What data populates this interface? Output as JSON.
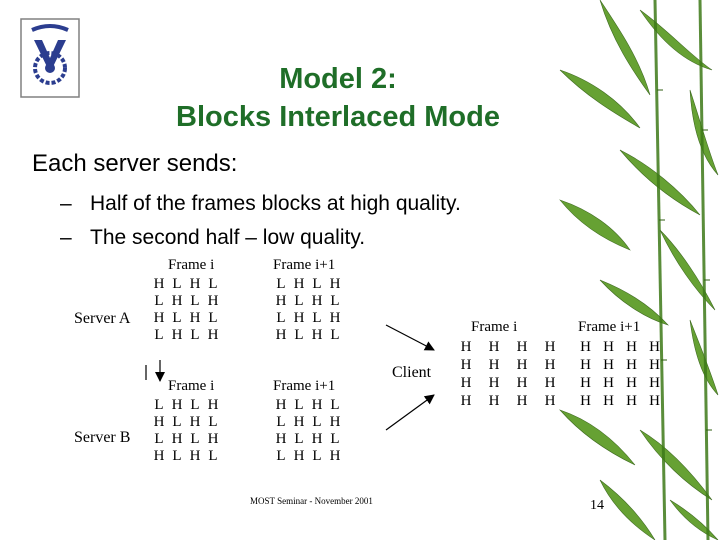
{
  "slide": {
    "title_line1": "Model 2:",
    "title_line2": "Blocks Interlaced Mode",
    "bullet": "Each server sends:",
    "sub_bullets": [
      "Half of the frames blocks at high quality.",
      "The second half – low quality."
    ],
    "dash": "–",
    "footer": "MOST Seminar - November 2001",
    "page_number": "14",
    "colors": {
      "title": "#1f6e28",
      "bamboo": "#4f8a1e"
    }
  },
  "diagram": {
    "server_a": {
      "label": "Server A",
      "frame_i_label": "Frame i",
      "frame_i1_label": "Frame i+1",
      "frame_i": [
        [
          "H",
          "L",
          "H",
          "L"
        ],
        [
          "L",
          "H",
          "L",
          "H"
        ],
        [
          "H",
          "L",
          "H",
          "L"
        ],
        [
          "L",
          "H",
          "L",
          "H"
        ]
      ],
      "frame_i1": [
        [
          "L",
          "H",
          "L",
          "H"
        ],
        [
          "H",
          "L",
          "H",
          "L"
        ],
        [
          "L",
          "H",
          "L",
          "H"
        ],
        [
          "H",
          "L",
          "H",
          "L"
        ]
      ]
    },
    "server_b": {
      "label": "Server B",
      "frame_i_label": "Frame i",
      "frame_i1_label": "Frame i+1",
      "frame_i": [
        [
          "L",
          "H",
          "L",
          "H"
        ],
        [
          "H",
          "L",
          "H",
          "L"
        ],
        [
          "L",
          "H",
          "L",
          "H"
        ],
        [
          "H",
          "L",
          "H",
          "L"
        ]
      ],
      "frame_i1": [
        [
          "H",
          "L",
          "H",
          "L"
        ],
        [
          "L",
          "H",
          "L",
          "H"
        ],
        [
          "H",
          "L",
          "H",
          "L"
        ],
        [
          "L",
          "H",
          "L",
          "H"
        ]
      ]
    },
    "client": {
      "label": "Client",
      "frame_i_label": "Frame i",
      "frame_i1_label": "Frame i+1",
      "frame_i": [
        [
          "H",
          "H",
          "H",
          "H"
        ],
        [
          "H",
          "H",
          "H",
          "H"
        ],
        [
          "H",
          "H",
          "H",
          "H"
        ],
        [
          "H",
          "H",
          "H",
          "H"
        ]
      ],
      "frame_i1": [
        [
          "H",
          "H",
          "H",
          "H"
        ],
        [
          "H",
          "H",
          "H",
          "H"
        ],
        [
          "H",
          "H",
          "H",
          "H"
        ],
        [
          "H",
          "H",
          "H",
          "H"
        ]
      ]
    }
  }
}
